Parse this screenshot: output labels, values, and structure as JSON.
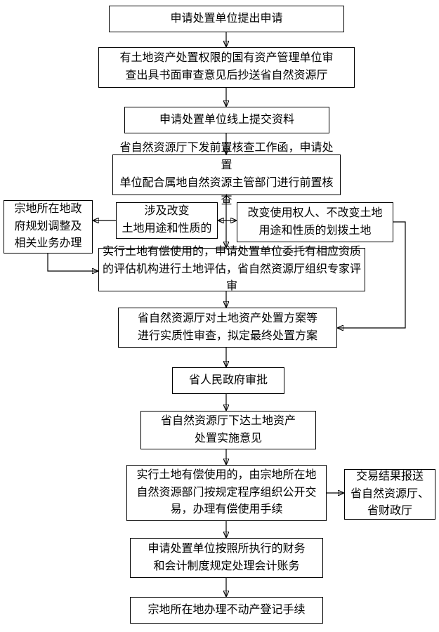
{
  "diagram": {
    "kind": "flowchart",
    "colors": {
      "line": "#000000",
      "box_border": "#000000",
      "box_fill": "#ffffff",
      "text": "#000000"
    },
    "nodes": {
      "apply": {
        "text": "申请处置单位提出申请"
      },
      "state_asset_review": {
        "text": "有土地资产处置权限的国有资产管理单位审\n查出具书面审查意见后抄送省自然资源厅"
      },
      "online_submit": {
        "text": "申请处置单位线上提交资料"
      },
      "pre_check": {
        "text": "省自然资源厅下发前置核查工作函，申请处置\n单位配合属地自然资源主管部门进行前置核查"
      },
      "planning_adjust": {
        "text": "宗地所在地政\n府规划调整及\n相关业务办理"
      },
      "change_use": {
        "text": "涉及改变\n土地用途和性质的"
      },
      "no_change_transfer": {
        "text": "改变使用权人、不改变土地\n用途和性质的划拨土地"
      },
      "land_evaluation": {
        "text": "实行土地有偿使用的，申请处置单位委托有相应资质\n的评估机构进行土地评估，省自然资源厅组织专家评审"
      },
      "substantive_review": {
        "text": "省自然资源厅对土地资产处置方案等\n进行实质性审查，拟定最终处置方案"
      },
      "gov_approval": {
        "text": "省人民政府审批"
      },
      "implementation_opinion": {
        "text": "省自然资源厅下达土地资产\n处置实施意见"
      },
      "public_trade": {
        "text": "实行土地有偿使用的，由宗地所在地\n自然资源部门按规定程序组织公开交\n易，办理有偿使用手续"
      },
      "result_report": {
        "text": "交易结果报送\n省自然资源厅、\n省财政厅"
      },
      "accounting": {
        "text": "申请处置单位按照所执行的财务\n和会计制度规定处理会计账务"
      },
      "property_registration": {
        "text": "宗地所在地办理不动产登记手续"
      }
    },
    "edges": [
      {
        "from": "apply",
        "to": "state_asset_review"
      },
      {
        "from": "state_asset_review",
        "to": "online_submit"
      },
      {
        "from": "online_submit",
        "to": "pre_check"
      },
      {
        "from": "pre_check",
        "to": "change_use"
      },
      {
        "from": "pre_check",
        "to": "no_change_transfer"
      },
      {
        "from": "pre_check",
        "to": "land_evaluation"
      },
      {
        "from": "change_use",
        "to": "planning_adjust"
      },
      {
        "from": "planning_adjust",
        "to": "land_evaluation"
      },
      {
        "from": "no_change_transfer",
        "to": "substantive_review"
      },
      {
        "from": "land_evaluation",
        "to": "substantive_review"
      },
      {
        "from": "substantive_review",
        "to": "gov_approval"
      },
      {
        "from": "gov_approval",
        "to": "implementation_opinion"
      },
      {
        "from": "implementation_opinion",
        "to": "public_trade"
      },
      {
        "from": "public_trade",
        "to": "result_report"
      },
      {
        "from": "public_trade",
        "to": "accounting"
      },
      {
        "from": "accounting",
        "to": "property_registration"
      }
    ]
  }
}
